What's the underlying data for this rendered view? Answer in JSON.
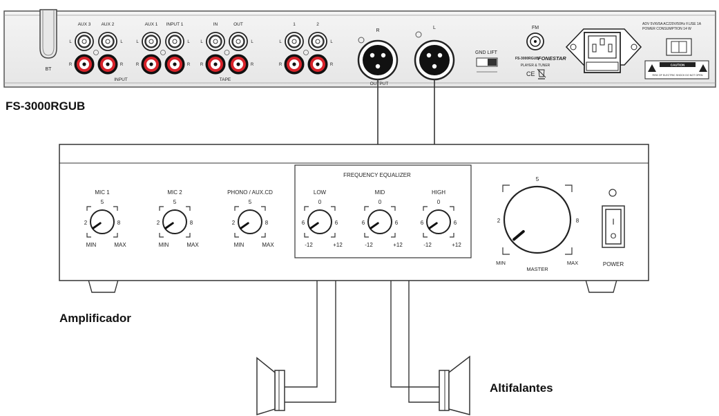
{
  "rear_panel": {
    "model": "FS-3000RGUB",
    "bt_label": "BT",
    "rca_top_labels": [
      "AUX 3",
      "AUX 2",
      "AUX 1",
      "INPUT 1",
      "IN",
      "OUT",
      "1",
      "2"
    ],
    "channel_l": "L",
    "channel_r": "R",
    "group_input": "INPUT",
    "group_tape": "TAPE",
    "xlr_r_label": "R",
    "xlr_l_label": "L",
    "output_label": "OUTPUT",
    "gnd_lift": "GND LIFT",
    "fm_label": "FM",
    "brand": "FONESTAR",
    "model_small": "FS-3000RGUB",
    "tagline": "PLAYER & TUNER",
    "ce": "CE",
    "power_spec": "ADV 5V/6/5A  AC220V/50Hz  F.USE 1A",
    "power_consumption": "POWER CONSUMPTION 14 W",
    "caution": "CAUTION",
    "caution_text": "RISK OF ELECTRIC SHOCK  DO NOT OPEN"
  },
  "amplifier": {
    "caption": "Amplificador",
    "eq_title": "FREQUENCY EQUALIZER",
    "knobs_inputs": [
      {
        "name": "MIC 1",
        "top": "5",
        "left": "2",
        "right": "8",
        "min": "MIN",
        "max": "MAX"
      },
      {
        "name": "MIC 2",
        "top": "5",
        "left": "2",
        "right": "8",
        "min": "MIN",
        "max": "MAX"
      },
      {
        "name": "PHONO / AUX.CD",
        "top": "5",
        "left": "2",
        "right": "8",
        "min": "MIN",
        "max": "MAX"
      }
    ],
    "knobs_eq": [
      {
        "name": "LOW",
        "top": "0",
        "left": "6",
        "right": "6",
        "min": "-12",
        "max": "+12"
      },
      {
        "name": "MID",
        "top": "0",
        "left": "6",
        "right": "6",
        "min": "-12",
        "max": "+12"
      },
      {
        "name": "HIGH",
        "top": "0",
        "left": "6",
        "right": "6",
        "min": "-12",
        "max": "+12"
      }
    ],
    "master": {
      "name": "MASTER",
      "top": "5",
      "left": "2",
      "right": "8",
      "min": "MIN",
      "max": "MAX"
    },
    "power_label": "POWER",
    "power_on": "I",
    "power_off": "O"
  },
  "speakers": {
    "caption": "Altifalantes"
  }
}
